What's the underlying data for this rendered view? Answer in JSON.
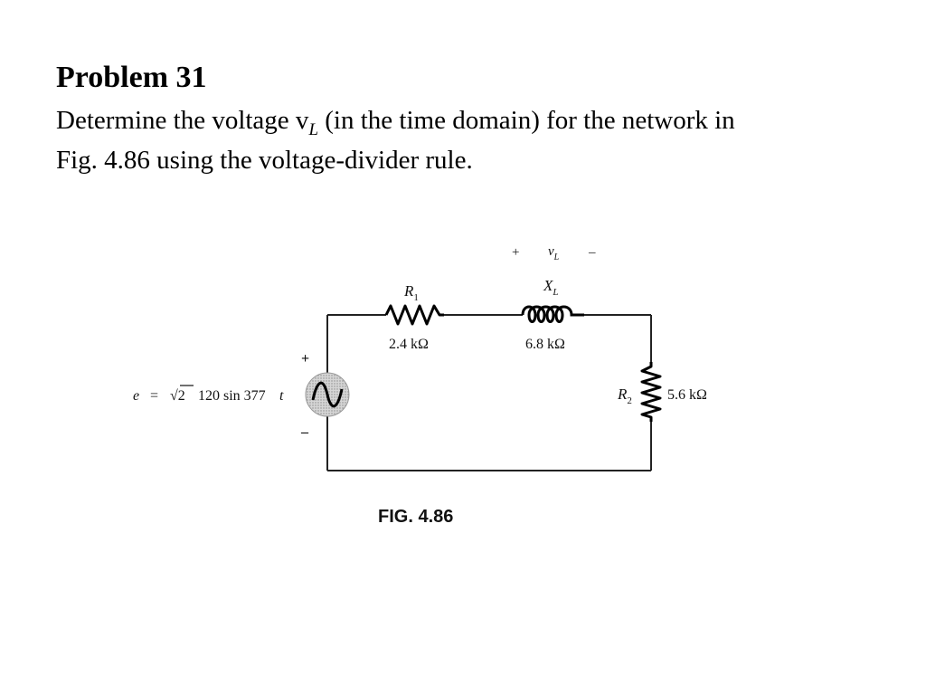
{
  "problem": {
    "title": "Problem 31",
    "line1_pre": "Determine the voltage v",
    "line1_sub": "L",
    "line1_post": " (in the time domain) for the network in",
    "line2": "Fig. 4.86 using the voltage-divider rule."
  },
  "figure": {
    "caption": "FIG. 4.86",
    "source": {
      "label_e": "e",
      "label_eq": "=",
      "label_expr": "120 sin 377",
      "label_t": "t",
      "label_sqrt": "√2",
      "plus": "+",
      "minus": "–"
    },
    "r1": {
      "name": "R",
      "sub": "1",
      "value": "2.4 kΩ"
    },
    "inductor": {
      "name": "X",
      "sub": "L",
      "value": "6.8 kΩ"
    },
    "r2": {
      "name": "R",
      "sub": "2",
      "value": "5.6 kΩ"
    },
    "vl": {
      "plus": "+",
      "name": "v",
      "sub": "L",
      "minus": "–"
    }
  }
}
